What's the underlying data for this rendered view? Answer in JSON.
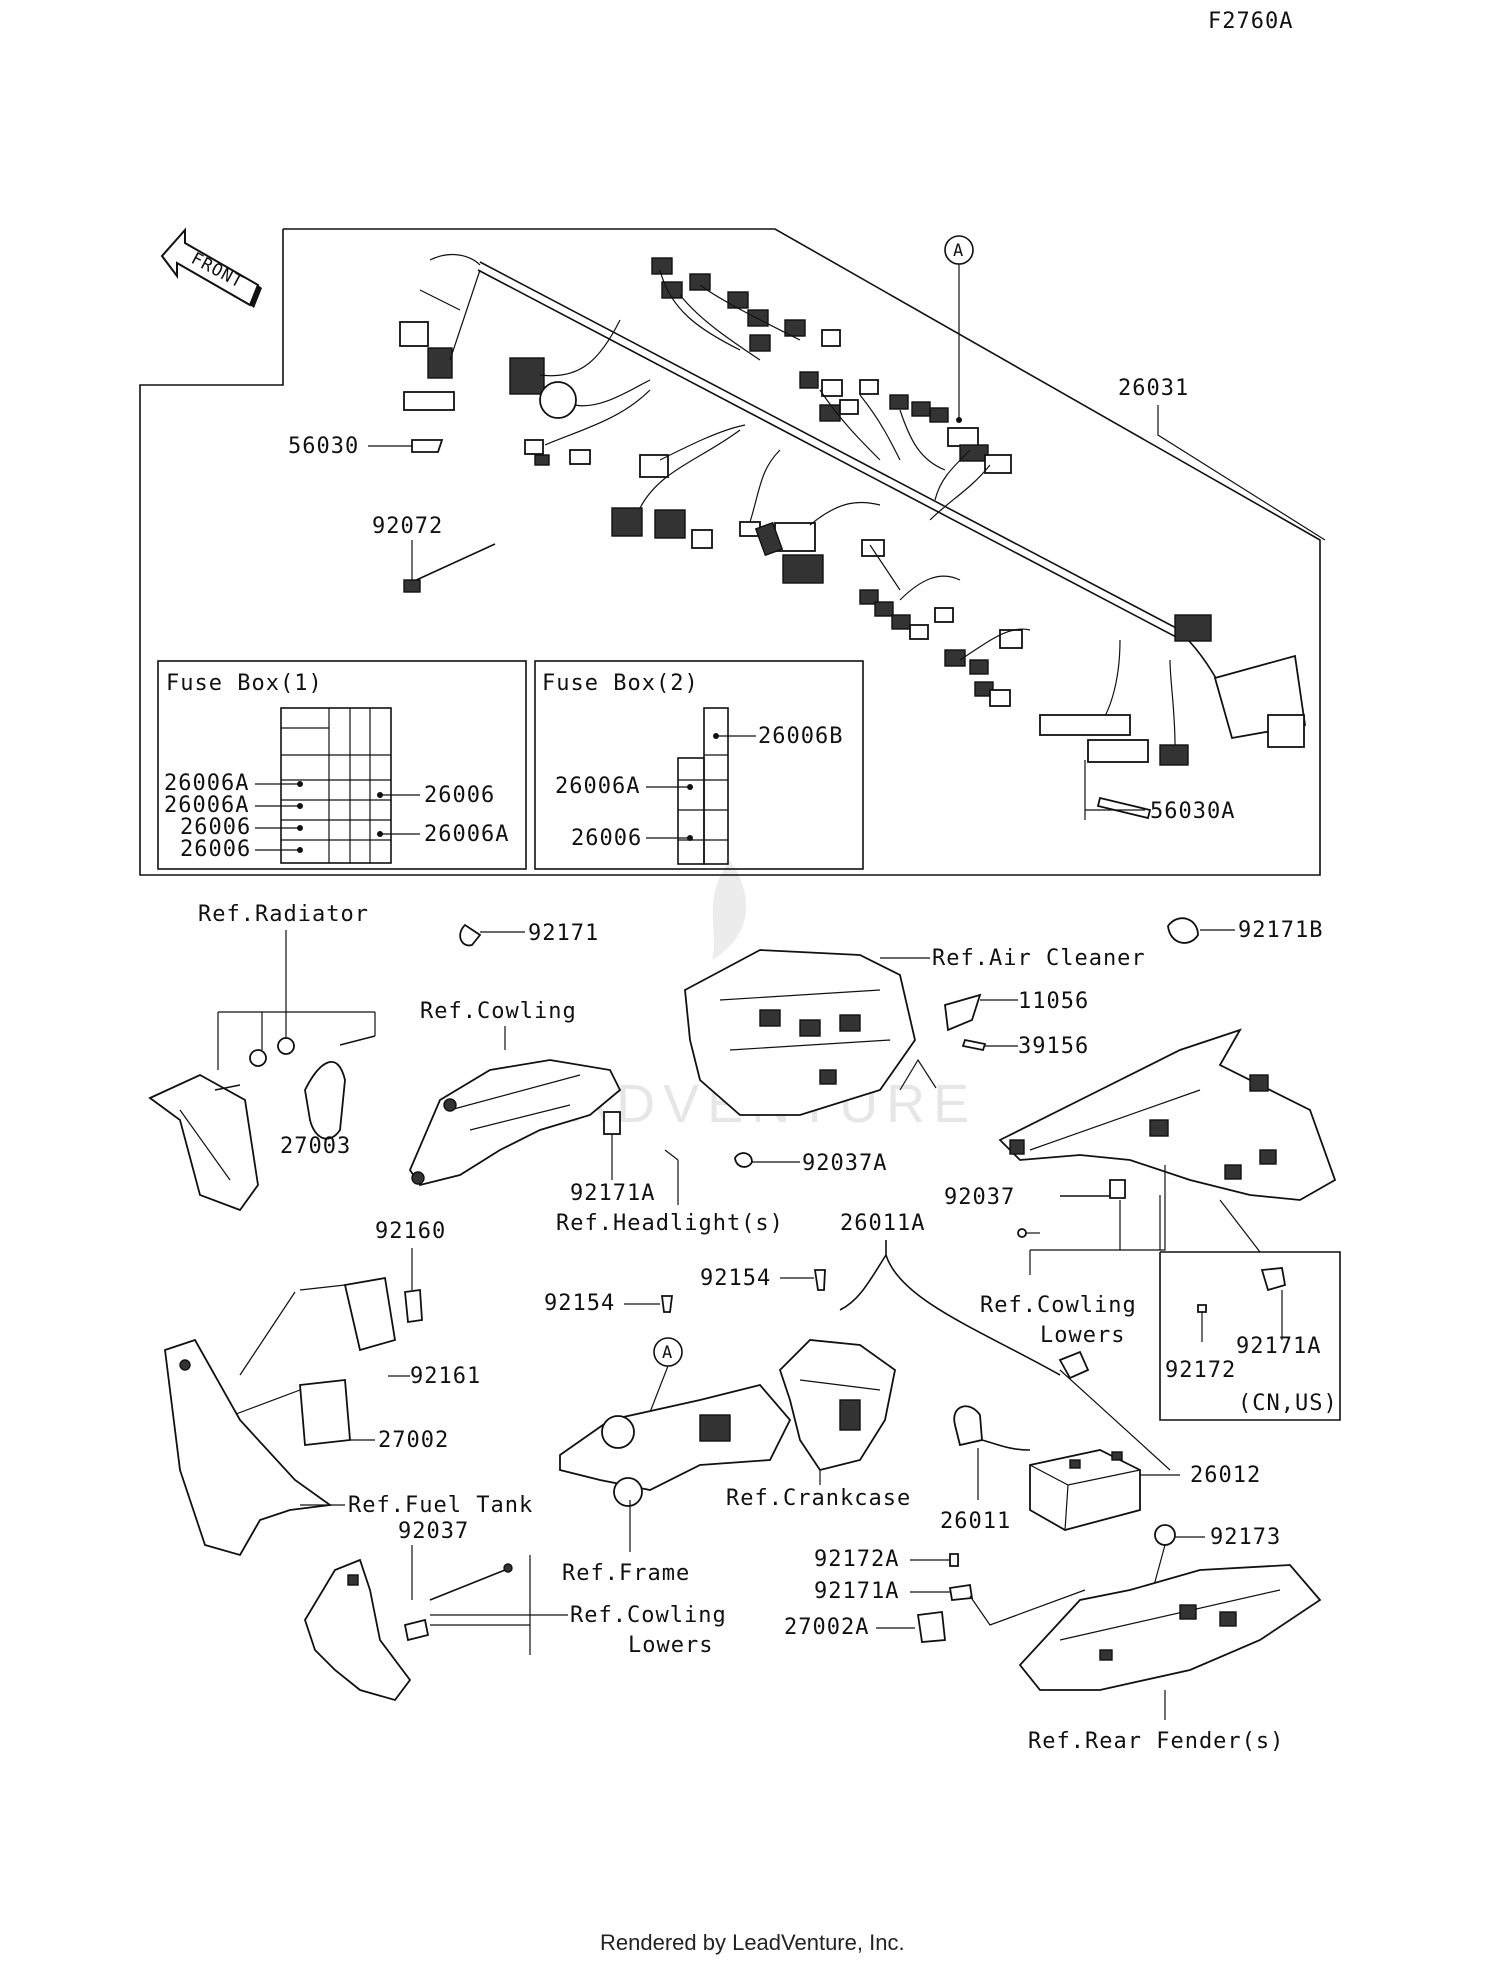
{
  "figure_code": "F2760A",
  "front_arrow_label": "FRONT",
  "watermark": "LEADVENTURE",
  "footer": "Rendered by LeadVenture, Inc.",
  "callouts": {
    "c26031": "26031",
    "c56030": "56030",
    "c92072": "92072",
    "c56030A": "56030A",
    "cA_top": "A",
    "cA_bottom": "A",
    "c92171": "92171",
    "c92171B": "92171B",
    "c11056": "11056",
    "c39156": "39156",
    "c27003": "27003",
    "c92171A_1": "92171A",
    "c92037A": "92037A",
    "c92037_1": "92037",
    "c92160": "92160",
    "c92161": "92161",
    "c27002": "27002",
    "c26011A": "26011A",
    "c92154_1": "92154",
    "c92154_2": "92154",
    "c92172": "92172",
    "c92171A_2": "92171A",
    "c26012": "26012",
    "c26011": "26011",
    "c92173": "92173",
    "c92037_2": "92037",
    "c92172A": "92172A",
    "c92171A_3": "92171A",
    "c27002A": "27002A"
  },
  "refs": {
    "radiator": "Ref.Radiator",
    "cowling": "Ref.Cowling",
    "headlight": "Ref.Headlight(s)",
    "air_cleaner": "Ref.Air Cleaner",
    "cowling_lowers_1a": "Ref.Cowling",
    "cowling_lowers_1b": "Lowers",
    "fuel_tank": "Ref.Fuel Tank",
    "frame": "Ref.Frame",
    "crankcase": "Ref.Crankcase",
    "cowling_lowers_2a": "Ref.Cowling",
    "cowling_lowers_2b": "Lowers",
    "rear_fender": "Ref.Rear Fender(s)"
  },
  "region_note": "(CN,US)",
  "fuse_box_1": {
    "title": "Fuse Box(1)",
    "left_labels": [
      "26006A",
      "26006A",
      "26006",
      "26006"
    ],
    "right_labels": [
      "26006",
      "26006A"
    ]
  },
  "fuse_box_2": {
    "title": "Fuse Box(2)",
    "left_labels": [
      "26006A",
      "26006"
    ],
    "right_labels": [
      "26006B"
    ]
  }
}
